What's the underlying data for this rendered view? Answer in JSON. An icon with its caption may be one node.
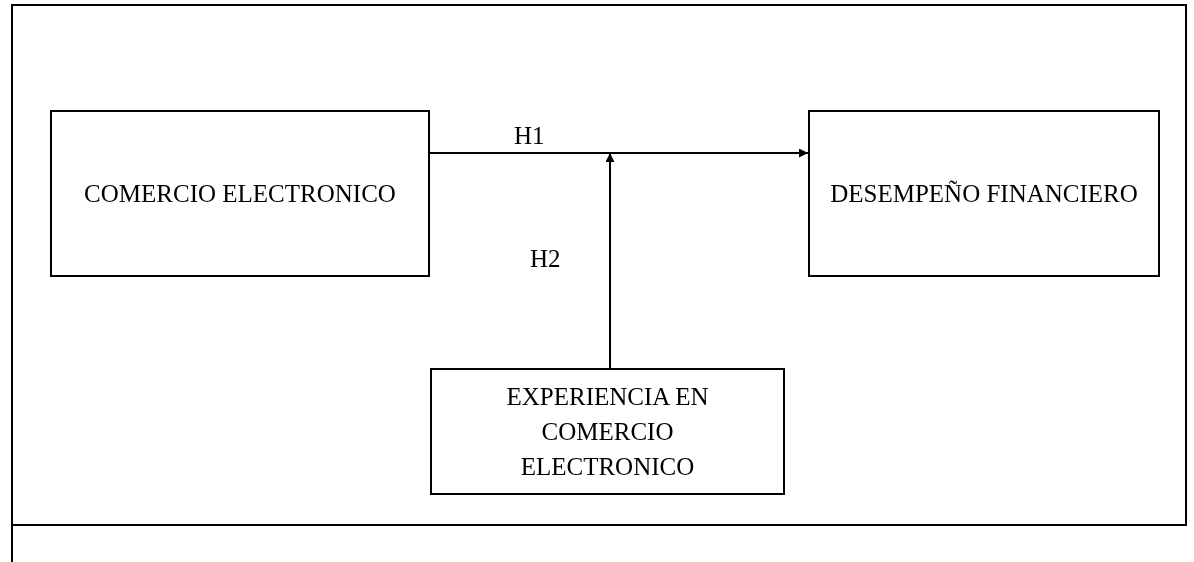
{
  "diagram": {
    "nodes": [
      {
        "text": [
          "COMERCIO ELECTRONICO"
        ]
      },
      {
        "text": [
          "DESEMPEÑO FINANCIERO"
        ]
      },
      {
        "text": [
          "EXPERIENCIA EN COMERCIO ELECTRONICO"
        ]
      }
    ],
    "edges": [
      {
        "from": 0,
        "to": 1,
        "arrow": "to",
        "label": "H1"
      },
      {
        "from": 2,
        "to": null,
        "arrow": "to",
        "label": "H2"
      }
    ]
  }
}
